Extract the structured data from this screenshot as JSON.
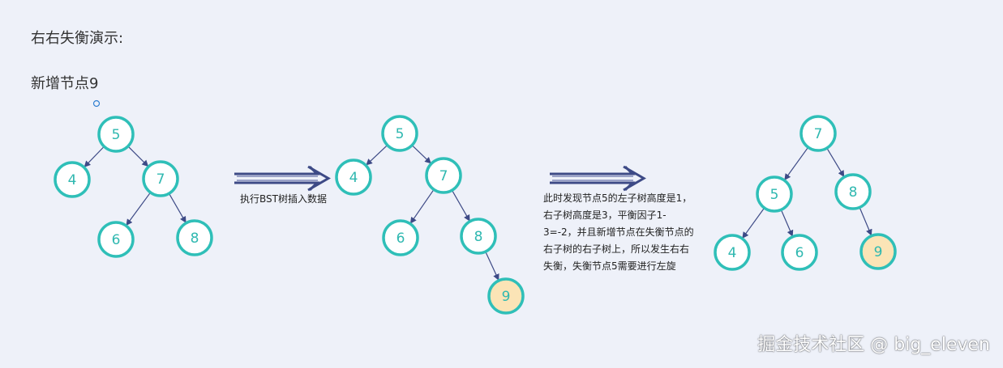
{
  "title": "右右失衡演示:",
  "subtitle": "新增节点9",
  "captions": {
    "insert": "执行BST树插入数据",
    "explain": "此时发现节点5的左子树高度是1，右子树高度是3，平衡因子1-3=-2，并且新增节点在失衡节点的右子树的右子树上，所以发生右右失衡，失衡节点5需要进行左旋"
  },
  "watermark": "掘金技术社区 @ big_eleven",
  "colors": {
    "background": "#eef1f9",
    "node_border": "#2fbfb8",
    "node_text": "#2fb8b0",
    "node_fill": "#ffffff",
    "new_node_fill": "#fbe4b6",
    "edge": "#3d4a86",
    "arrow_fill": "#3d4a86"
  },
  "trees": [
    {
      "name": "before-insert",
      "nodes": [
        {
          "id": "a5",
          "label": "5"
        },
        {
          "id": "a4",
          "label": "4"
        },
        {
          "id": "a7",
          "label": "7"
        },
        {
          "id": "a6",
          "label": "6"
        },
        {
          "id": "a8",
          "label": "8"
        }
      ],
      "edges": [
        [
          "a5",
          "a4"
        ],
        [
          "a5",
          "a7"
        ],
        [
          "a7",
          "a6"
        ],
        [
          "a7",
          "a8"
        ]
      ]
    },
    {
      "name": "after-insert",
      "nodes": [
        {
          "id": "b5",
          "label": "5"
        },
        {
          "id": "b4",
          "label": "4"
        },
        {
          "id": "b7",
          "label": "7"
        },
        {
          "id": "b6",
          "label": "6"
        },
        {
          "id": "b8",
          "label": "8"
        },
        {
          "id": "b9",
          "label": "9",
          "highlight": true
        }
      ],
      "edges": [
        [
          "b5",
          "b4"
        ],
        [
          "b5",
          "b7"
        ],
        [
          "b7",
          "b6"
        ],
        [
          "b7",
          "b8"
        ],
        [
          "b8",
          "b9"
        ]
      ]
    },
    {
      "name": "after-rotate",
      "nodes": [
        {
          "id": "c7",
          "label": "7"
        },
        {
          "id": "c5",
          "label": "5"
        },
        {
          "id": "c8",
          "label": "8"
        },
        {
          "id": "c4",
          "label": "4"
        },
        {
          "id": "c6",
          "label": "6"
        },
        {
          "id": "c9",
          "label": "9",
          "highlight": true
        }
      ],
      "edges": [
        [
          "c7",
          "c5"
        ],
        [
          "c7",
          "c8"
        ],
        [
          "c5",
          "c4"
        ],
        [
          "c5",
          "c6"
        ],
        [
          "c8",
          "c9"
        ]
      ]
    }
  ]
}
